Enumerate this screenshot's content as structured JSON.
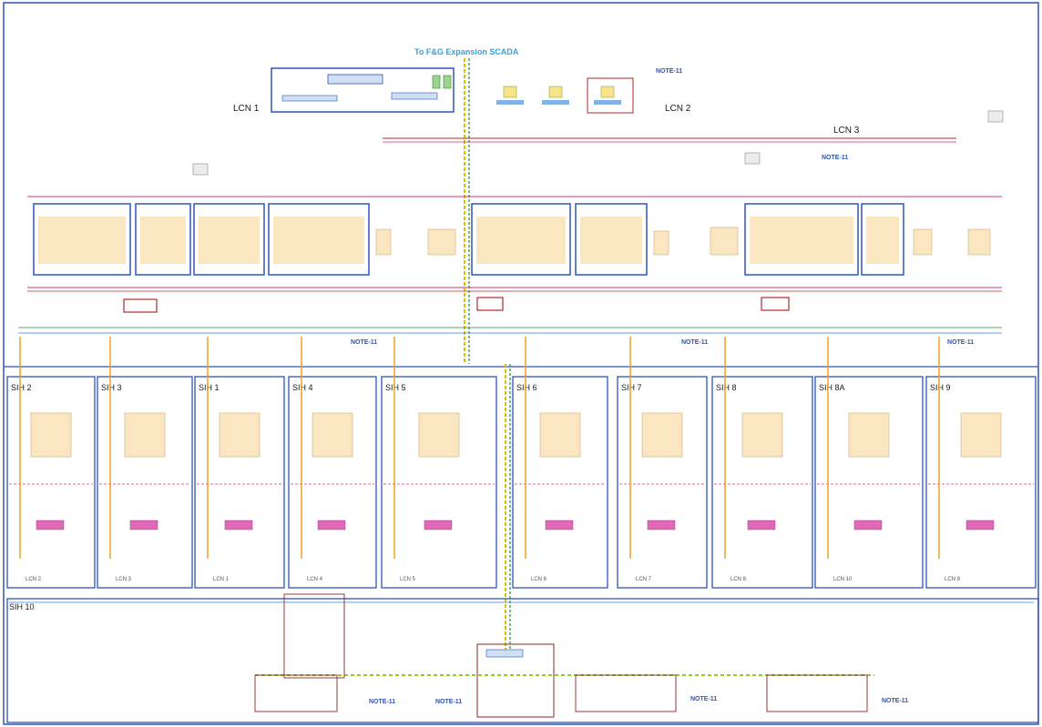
{
  "title": "To F&G Expansion SCADA",
  "lcn_labels": {
    "lcn1": "LCN 1",
    "lcn2": "LCN 2",
    "lcn3": "LCN 3"
  },
  "note_label": "NOTE-11",
  "sih_upper": [
    {
      "name": "SIH 2",
      "lcn": "LCN 2"
    },
    {
      "name": "SIH 3",
      "lcn": "LCN 3"
    },
    {
      "name": "SIH 1",
      "lcn": "LCN 1"
    },
    {
      "name": "SIH 4",
      "lcn": "LCN 4"
    },
    {
      "name": "SIH 5",
      "lcn": "LCN 5"
    },
    {
      "name": "SIH 6",
      "lcn": "LCN 6"
    },
    {
      "name": "SIH 7",
      "lcn": "LCN 7"
    },
    {
      "name": "SIH 8",
      "lcn": "LCN 8"
    },
    {
      "name": "SIH 8A",
      "lcn": "LCN 10"
    },
    {
      "name": "SIH 9",
      "lcn": "LCN 9"
    }
  ],
  "sih_lower": "SIH 10",
  "colors": {
    "frame": "#2f55b5",
    "lcn_pink": "#d6336c",
    "lcn_red": "#b02a2a",
    "green": "#1f8a3a",
    "orange": "#f0a020",
    "blue_line": "#3d7fd9",
    "yellow_dash": "#d4c400",
    "cabinet_fill": "#fbe6c2",
    "purple": "#b05fc8",
    "magenta": "#d04aa8"
  }
}
